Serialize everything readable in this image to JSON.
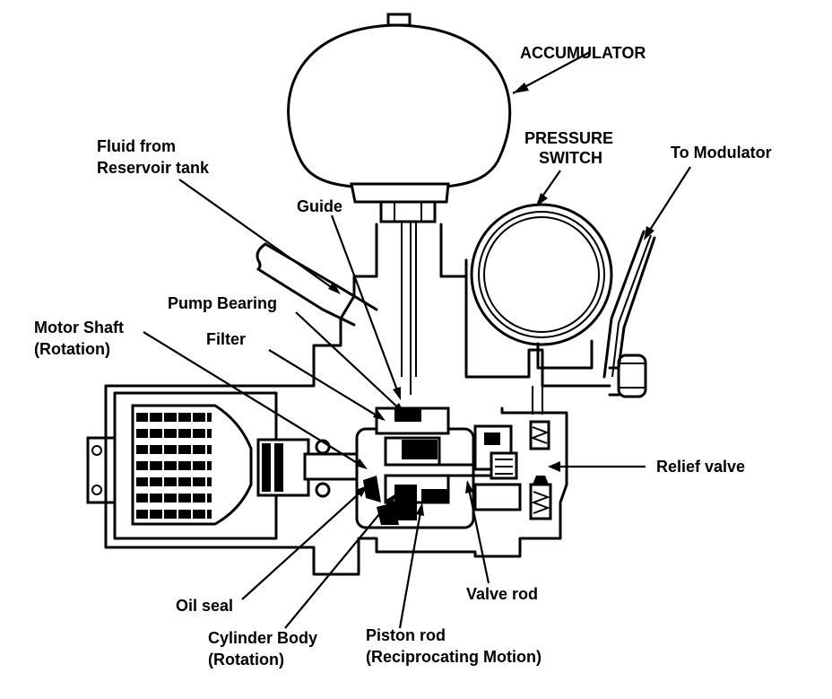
{
  "labels": {
    "accumulator": "ACCUMULATOR",
    "pressure_switch_1": "PRESSURE",
    "pressure_switch_2": "SWITCH",
    "to_modulator": "To Modulator",
    "fluid_from_1": "Fluid from",
    "fluid_from_2": "Reservoir tank",
    "guide": "Guide",
    "pump_bearing": "Pump Bearing",
    "motor_shaft_1": "Motor Shaft",
    "motor_shaft_2": "(Rotation)",
    "filter": "Filter",
    "relief_valve": "Relief valve",
    "oil_seal": "Oil seal",
    "valve_rod": "Valve rod",
    "cylinder_body_1": "Cylinder Body",
    "cylinder_body_2": "(Rotation)",
    "piston_rod_1": "Piston rod",
    "piston_rod_2": "(Reciprocating Motion)"
  }
}
